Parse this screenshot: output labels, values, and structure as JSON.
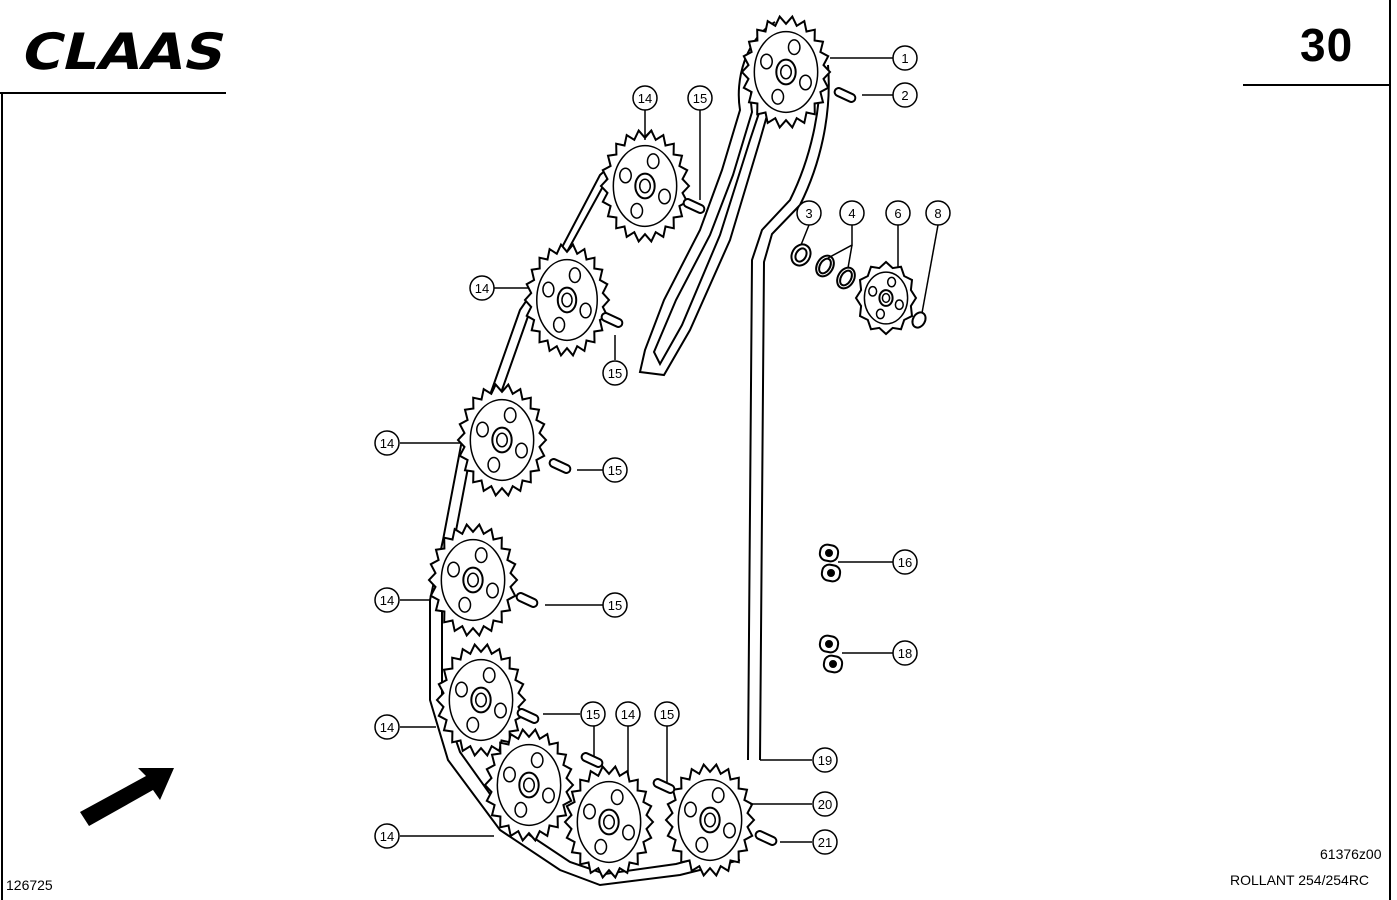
{
  "header": {
    "brand": "CLAAS",
    "page_number": "30"
  },
  "footer": {
    "drawing_code": "61376z00",
    "model": "ROLLANT 254/254RC",
    "doc_number": "126725"
  },
  "callouts": {
    "c1": "1",
    "c2": "2",
    "c3": "3",
    "c4": "4",
    "c6": "6",
    "c8": "8",
    "c14a": "14",
    "c14b": "14",
    "c14c": "14",
    "c14d": "14",
    "c14e": "14",
    "c14f": "14",
    "c14g": "14",
    "c15a": "15",
    "c15b": "15",
    "c15c": "15",
    "c15d": "15",
    "c15e": "15",
    "c15f": "15",
    "c16": "16",
    "c18": "18",
    "c19": "19",
    "c20": "20",
    "c21": "21"
  },
  "icons": {
    "direction": "direction-arrow-icon"
  }
}
